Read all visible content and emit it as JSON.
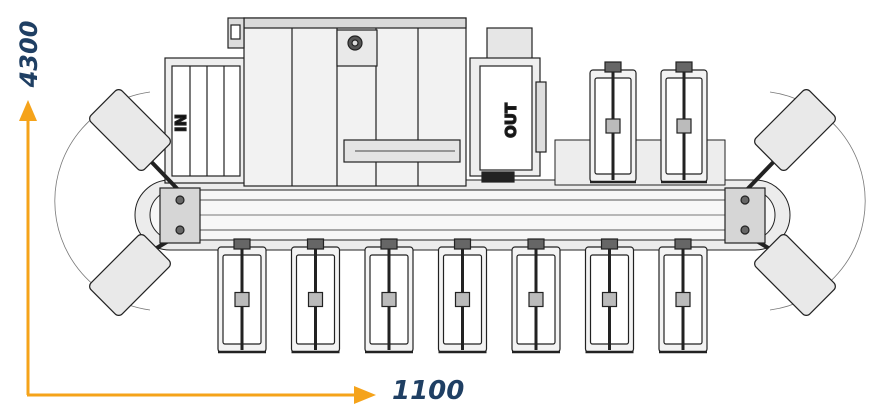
{
  "dimensions": {
    "height_label": "4300",
    "width_label": "1100"
  },
  "machine": {
    "in_label": "IN",
    "out_label": "OUT"
  },
  "colors": {
    "arrow": "#f5a31a",
    "dimension_text": "#1f3f63",
    "line": "#222222",
    "fill_light": "#e9e9e9",
    "fill_mid": "#cfcfcf"
  }
}
